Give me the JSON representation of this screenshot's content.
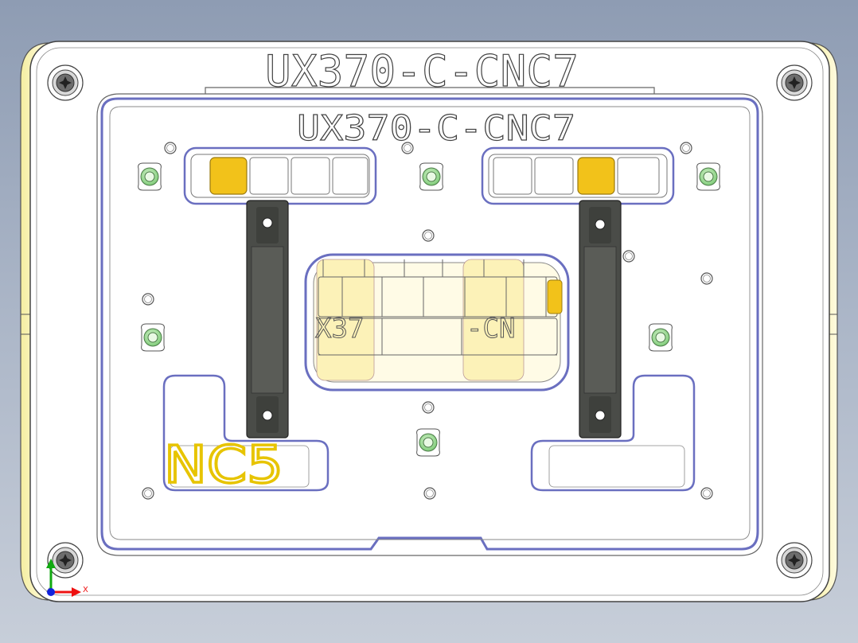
{
  "viewport": {
    "outer_engraving": "UX370-C-CNC7",
    "inner_engraving": "UX370-C-CNC7",
    "window_ghost_left": "X37",
    "window_ghost_right": "-CN",
    "corner_stencil": "NC5",
    "triad": {
      "x_label": "X"
    }
  },
  "colors": {
    "background_top": "#8e9cb3",
    "background_bottom": "#c7ced9",
    "plate": "#ffffff",
    "side_rail": "#fbf6c8",
    "pocket_outline": "#6a6fc0",
    "highlight_yellow": "#f2c21a",
    "handle_dark": "#4a4c48",
    "locator_green": "#8fd48a",
    "stencil_yellow": "#e7c400"
  },
  "icons": {
    "corner_screw": "screw-icon",
    "locator_pin": "locator-pin-icon",
    "axis_triad": "axis-triad-icon"
  }
}
